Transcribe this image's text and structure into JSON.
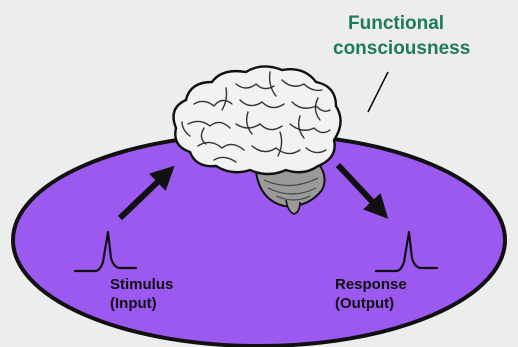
{
  "callout": {
    "line1": "Functional",
    "line2": "consciousness"
  },
  "input": {
    "line1": "Stimulus",
    "line2": "(Input)"
  },
  "output": {
    "line1": "Response",
    "line2": "(Output)"
  },
  "icons": {
    "brain": "brain-icon",
    "input_spike": "action-potential-spike-icon",
    "output_spike": "action-potential-spike-icon"
  },
  "colors": {
    "background": "#ededed",
    "ellipse_fill": "#9b59f0",
    "ellipse_stroke": "#111111",
    "callout_text": "#1d7a5a",
    "arrow": "#111111",
    "brain_fill": "#f2f2f2",
    "cerebellum_fill": "#9a9a9a"
  }
}
